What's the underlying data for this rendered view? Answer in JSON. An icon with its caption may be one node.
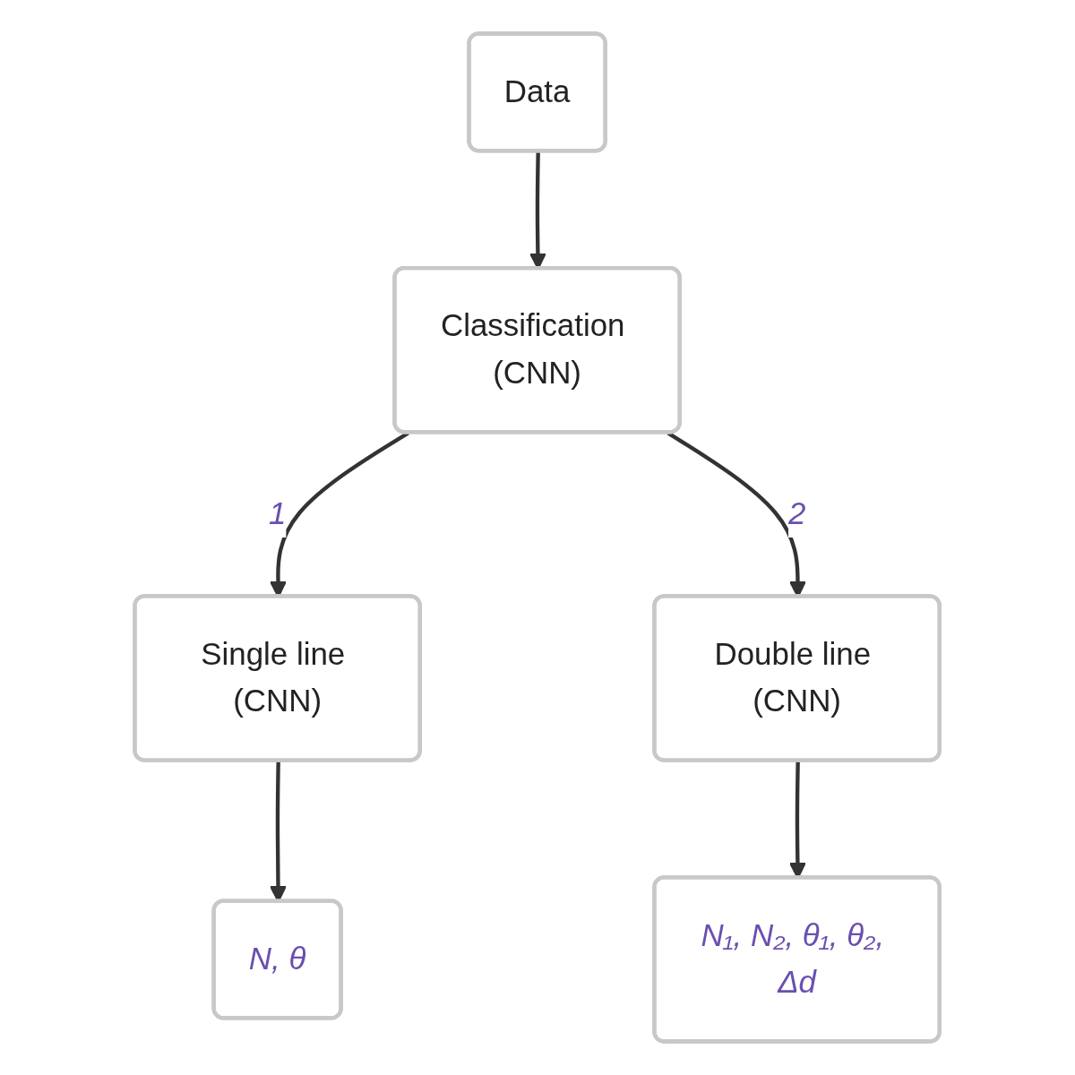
{
  "diagram": {
    "nodes": [
      {
        "text": [
          "Data"
        ]
      },
      {
        "text": [
          "Classification (CNN)"
        ]
      },
      {
        "text": [
          "Single line (CNN)"
        ]
      },
      {
        "text": [
          "Double line (CNN)"
        ]
      },
      {
        "text": [
          "N, θ"
        ]
      },
      {
        "text": [
          "N₁, N₂, θ₁, θ₂, Δd"
        ]
      }
    ],
    "edges": [
      {
        "from": 0,
        "to": 1,
        "arrow": "to"
      },
      {
        "from": 1,
        "to": 2,
        "arrow": "to",
        "label": "1"
      },
      {
        "from": 1,
        "to": 3,
        "arrow": "to",
        "label": "2"
      },
      {
        "from": 2,
        "to": 4,
        "arrow": "to"
      },
      {
        "from": 3,
        "to": 5,
        "arrow": "to"
      }
    ]
  }
}
